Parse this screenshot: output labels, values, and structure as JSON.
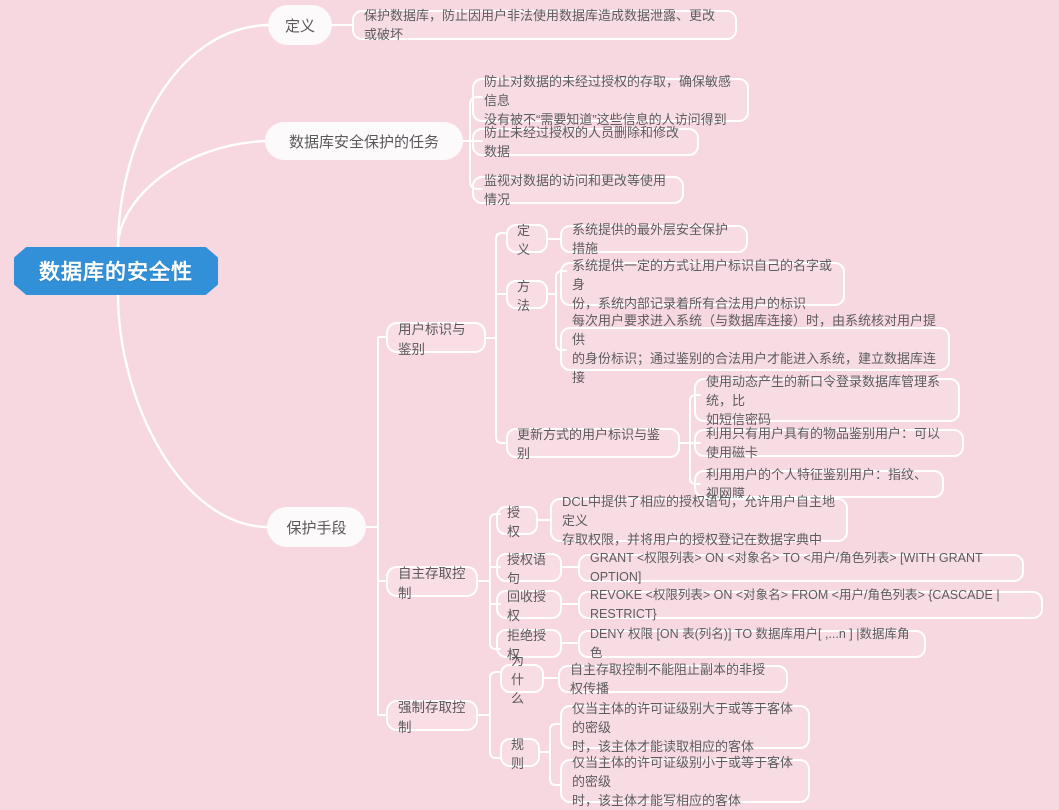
{
  "theme": {
    "background": "#f8d8e0",
    "root_fill": "#3190d8",
    "root_text": "#ffffff",
    "node_border": "#ffffff",
    "node_fill": "#fdfafb",
    "text_color": "#59595c",
    "link_color": "#ffffff"
  },
  "root": {
    "label": "数据库的安全性"
  },
  "branches": [
    {
      "id": "definition",
      "label": "定义",
      "children": [
        {
          "id": "definition-text",
          "label": "保护数据库，防止因用户非法使用数据库造成数据泄露、更改或破坏"
        }
      ]
    },
    {
      "id": "tasks",
      "label": "数据库安全保护的任务",
      "children": [
        {
          "id": "task-1",
          "label": "防止对数据的未经过授权的存取，确保敏感信息\n没有被不“需要知道”这些信息的人访问得到"
        },
        {
          "id": "task-2",
          "label": "防止未经过授权的人员删除和修改数据"
        },
        {
          "id": "task-3",
          "label": "监视对数据的访问和更改等使用情况"
        }
      ]
    },
    {
      "id": "protection",
      "label": "保护手段",
      "children": [
        {
          "id": "user-identification",
          "label": "用户标识与鉴别",
          "children": [
            {
              "id": "ui-definition",
              "label": "定义",
              "children": [
                {
                  "id": "ui-definition-text",
                  "label": "系统提供的最外层安全保护措施"
                }
              ]
            },
            {
              "id": "ui-method",
              "label": "方法",
              "children": [
                {
                  "id": "ui-method-1",
                  "label": "系统提供一定的方式让用户标识自己的名字或身\n份，系统内部记录着所有合法用户的标识"
                },
                {
                  "id": "ui-method-2",
                  "label": "每次用户要求进入系统（与数据库连接）时，由系统核对用户提供\n的身份标识；通过鉴别的合法用户才能进入系统，建立数据库连接"
                }
              ]
            },
            {
              "id": "ui-updated",
              "label": "更新方式的用户标识与鉴别",
              "children": [
                {
                  "id": "ui-updated-1",
                  "label": "使用动态产生的新口令登录数据库管理系统，比\n如短信密码"
                },
                {
                  "id": "ui-updated-2",
                  "label": "利用只有用户具有的物品鉴别用户：可以使用磁卡"
                },
                {
                  "id": "ui-updated-3",
                  "label": "利用用户的个人特征鉴别用户：指纹、视网膜"
                }
              ]
            }
          ]
        },
        {
          "id": "dac",
          "label": "自主存取控制",
          "children": [
            {
              "id": "dac-grant",
              "label": "授权",
              "children": [
                {
                  "id": "dac-grant-text",
                  "label": "DCL中提供了相应的授权语句，允许用户自主地定义\n存取权限，并将用户的授权登记在数据字典中"
                }
              ]
            },
            {
              "id": "dac-grant-stmt",
              "label": "授权语句",
              "children": [
                {
                  "id": "dac-grant-stmt-text",
                  "label": "GRANT <权限列表> ON <对象名> TO <用户/角色列表>  [WITH GRANT OPTION]"
                }
              ]
            },
            {
              "id": "dac-revoke",
              "label": "回收授权",
              "children": [
                {
                  "id": "dac-revoke-text",
                  "label": "REVOKE <权限列表> ON <对象名> FROM <用户/角色列表> {CASCADE | RESTRICT}"
                }
              ]
            },
            {
              "id": "dac-deny",
              "label": "拒绝授权",
              "children": [
                {
                  "id": "dac-deny-text",
                  "label": "DENY 权限 [ON 表(列名)] TO 数据库用户[ ,...n ] |数据库角色"
                }
              ]
            }
          ]
        },
        {
          "id": "mac",
          "label": "强制存取控制",
          "children": [
            {
              "id": "mac-why",
              "label": "为什么",
              "children": [
                {
                  "id": "mac-why-text",
                  "label": "自主存取控制不能阻止副本的非授权传播"
                }
              ]
            },
            {
              "id": "mac-rules",
              "label": "规则",
              "children": [
                {
                  "id": "mac-rule-1",
                  "label": "仅当主体的许可证级别大于或等于客体的密级\n时，该主体才能读取相应的客体"
                },
                {
                  "id": "mac-rule-2",
                  "label": "仅当主体的许可证级别小于或等于客体的密级\n时，该主体才能写相应的客体"
                }
              ]
            }
          ]
        }
      ]
    }
  ]
}
